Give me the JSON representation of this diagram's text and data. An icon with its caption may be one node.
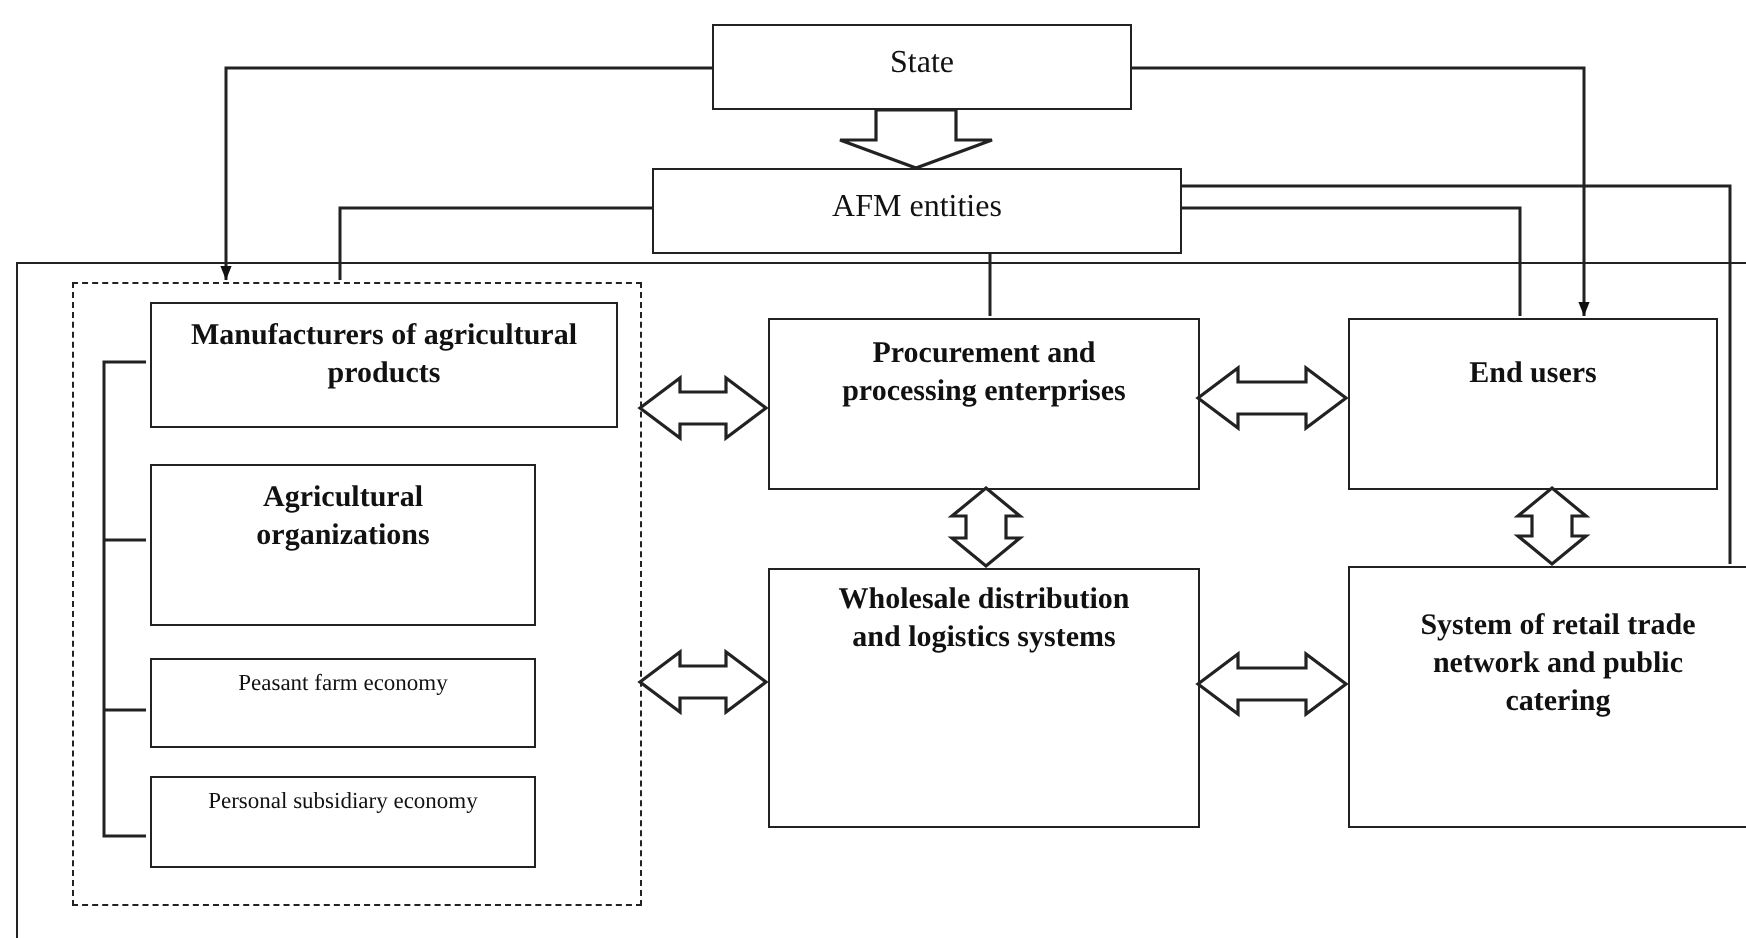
{
  "diagram": {
    "nodes": [
      {
        "text": [
          "State"
        ]
      },
      {
        "text": [
          "AFM entities"
        ]
      },
      {
        "text": [],
        "shape": "box"
      },
      {
        "text": [],
        "shape": "box",
        "in": 2
      },
      {
        "text": [
          "Manufacturers of agricultural products"
        ],
        "in": 3
      },
      {
        "text": [
          "Agricultural organizations"
        ],
        "in": 3
      },
      {
        "text": [
          "Peasant farm economy"
        ],
        "in": 3
      },
      {
        "text": [
          "Personal subsidiary economy"
        ],
        "in": 3
      },
      {
        "text": [
          "Procurement and processing enterprises"
        ],
        "in": 2
      },
      {
        "text": [
          "End users"
        ],
        "in": 2
      },
      {
        "text": [
          "Wholesale distribution and logistics systems"
        ],
        "in": 2
      },
      {
        "text": [
          "System of retail trade network and public catering"
        ],
        "in": 2
      }
    ],
    "edges": [
      {
        "from": 0,
        "to": 3,
        "arrow": "to"
      },
      {
        "from": 0,
        "to": 9,
        "arrow": "to"
      },
      {
        "from": 0,
        "to": 1,
        "arrow": "to",
        "style": "thick"
      },
      {
        "from": 1,
        "to": 3,
        "arrow": "none"
      },
      {
        "from": 1,
        "to": 8,
        "arrow": "none"
      },
      {
        "from": 1,
        "to": 9,
        "arrow": "none"
      },
      {
        "from": 1,
        "to": 11,
        "arrow": "none"
      },
      {
        "from": 3,
        "to": 8,
        "arrow": "both",
        "style": "thick"
      },
      {
        "from": 8,
        "to": 9,
        "arrow": "both",
        "style": "thick"
      },
      {
        "from": 8,
        "to": 10,
        "arrow": "both",
        "style": "thick"
      },
      {
        "from": 9,
        "to": 11,
        "arrow": "both",
        "style": "thick"
      },
      {
        "from": 3,
        "to": 10,
        "arrow": "both",
        "style": "thick"
      },
      {
        "from": 10,
        "to": 11,
        "arrow": "both",
        "style": "thick"
      }
    ]
  }
}
